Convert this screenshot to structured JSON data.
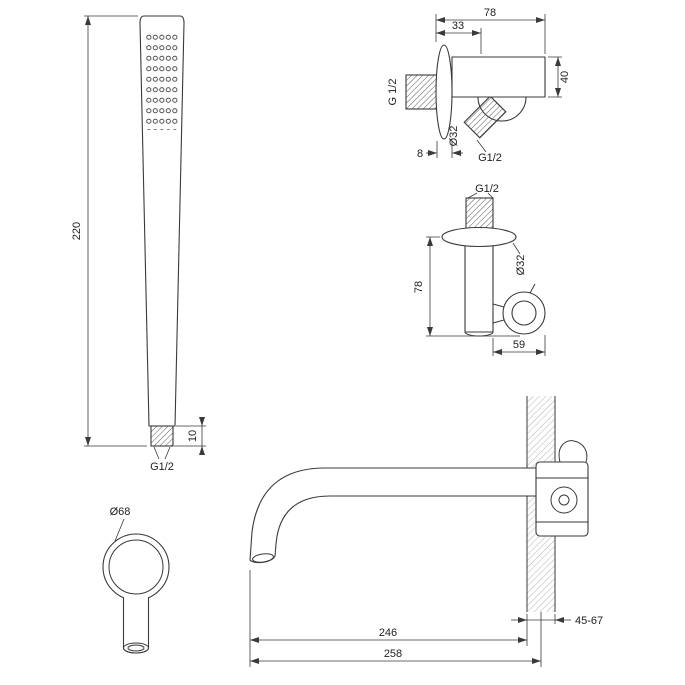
{
  "colors": {
    "line": "#3a3a3a",
    "background": "#ffffff"
  },
  "hand_shower": {
    "length_label": "220",
    "thread_height_label": "10",
    "thread_label": "G1/2"
  },
  "wall_elbow": {
    "depth_label": "78",
    "offset_label": "33",
    "inlet_thread_label": "G 1/2",
    "height_label": "40",
    "plate_thickness_label": "8",
    "diameter_label": "Ø32",
    "outlet_thread_label": "G1/2"
  },
  "holder": {
    "thread_label": "G1/2",
    "diameter_label": "Ø32",
    "height_label": "78",
    "width_label": "59"
  },
  "spout": {
    "flange_diameter_label": "Ø68",
    "reach_label": "246",
    "total_length_label": "258",
    "wall_range_label": "45-67"
  }
}
